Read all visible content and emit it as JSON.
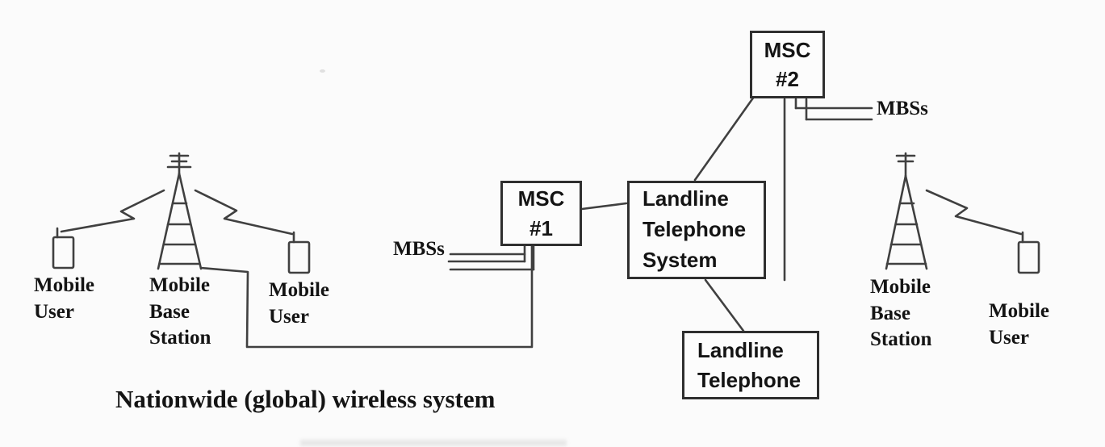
{
  "diagram": {
    "caption": "Nationwide (global) wireless system",
    "boxes": {
      "msc1": "MSC\n#1",
      "msc2": "MSC\n#2",
      "landline_system": "Landline\nTelephone\nSystem",
      "landline_phone": "Landline\nTelephone"
    },
    "labels": {
      "mobile_user_left": "Mobile\nUser",
      "mobile_base_station_left": "Mobile\nBase\nStation",
      "mobile_user_mid": "Mobile\nUser",
      "mbss_left": "MBSs",
      "mbss_right": "MBSs",
      "mobile_base_station_right": "Mobile\nBase\nStation",
      "mobile_user_right": "Mobile\nUser"
    },
    "colors": {
      "ink_stroke": "#404040",
      "text": "#141414",
      "box_border": "#2f2f2f",
      "background": "#fbfbfb"
    }
  }
}
